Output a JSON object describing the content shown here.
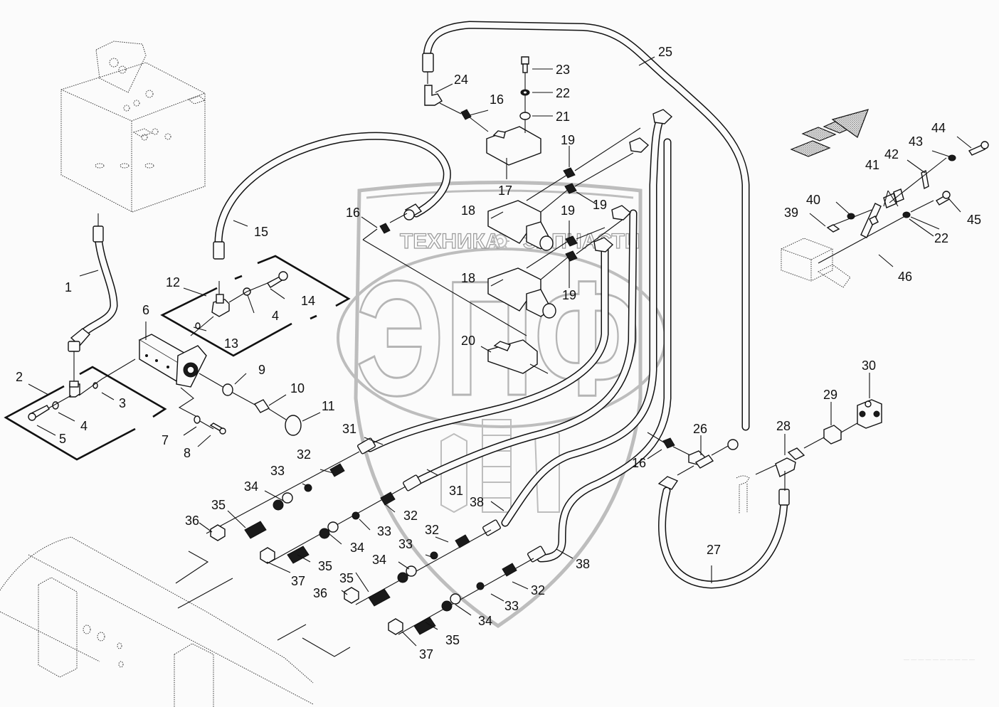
{
  "diagram": {
    "type": "exploded-parts-diagram",
    "subject": "Hydraulic hose and valve assembly",
    "watermark": {
      "logo_letters": "ЭПФ",
      "left_word": "ТЕХНИКА",
      "right_word": "ЗАПЧАСТИ",
      "gear_icon": "gear-icon"
    },
    "direction_indicator": "forward-arrow-icon",
    "footer_code": "— — — — — — — — — —",
    "callouts": [
      {
        "id": "c1",
        "label": "1"
      },
      {
        "id": "c2",
        "label": "2"
      },
      {
        "id": "c3",
        "label": "3"
      },
      {
        "id": "c4a",
        "label": "4"
      },
      {
        "id": "c4b",
        "label": "4"
      },
      {
        "id": "c5",
        "label": "5"
      },
      {
        "id": "c6",
        "label": "6"
      },
      {
        "id": "c7",
        "label": "7"
      },
      {
        "id": "c8",
        "label": "8"
      },
      {
        "id": "c9",
        "label": "9"
      },
      {
        "id": "c10",
        "label": "10"
      },
      {
        "id": "c11",
        "label": "11"
      },
      {
        "id": "c12",
        "label": "12"
      },
      {
        "id": "c13",
        "label": "13"
      },
      {
        "id": "c14",
        "label": "14"
      },
      {
        "id": "c15",
        "label": "15"
      },
      {
        "id": "c16a",
        "label": "16"
      },
      {
        "id": "c16b",
        "label": "16"
      },
      {
        "id": "c16c",
        "label": "16"
      },
      {
        "id": "c17",
        "label": "17"
      },
      {
        "id": "c18a",
        "label": "18"
      },
      {
        "id": "c18b",
        "label": "18"
      },
      {
        "id": "c19a",
        "label": "19"
      },
      {
        "id": "c19b",
        "label": "19"
      },
      {
        "id": "c19c",
        "label": "19"
      },
      {
        "id": "c19d",
        "label": "19"
      },
      {
        "id": "c20",
        "label": "20"
      },
      {
        "id": "c21",
        "label": "21"
      },
      {
        "id": "c22a",
        "label": "22"
      },
      {
        "id": "c22b",
        "label": "22"
      },
      {
        "id": "c23",
        "label": "23"
      },
      {
        "id": "c24",
        "label": "24"
      },
      {
        "id": "c25",
        "label": "25"
      },
      {
        "id": "c26",
        "label": "26"
      },
      {
        "id": "c27",
        "label": "27"
      },
      {
        "id": "c28",
        "label": "28"
      },
      {
        "id": "c29",
        "label": "29"
      },
      {
        "id": "c30",
        "label": "30"
      },
      {
        "id": "c31a",
        "label": "31"
      },
      {
        "id": "c31b",
        "label": "31"
      },
      {
        "id": "c32a",
        "label": "32"
      },
      {
        "id": "c32b",
        "label": "32"
      },
      {
        "id": "c32c",
        "label": "32"
      },
      {
        "id": "c32d",
        "label": "32"
      },
      {
        "id": "c33a",
        "label": "33"
      },
      {
        "id": "c33b",
        "label": "33"
      },
      {
        "id": "c33c",
        "label": "33"
      },
      {
        "id": "c33d",
        "label": "33"
      },
      {
        "id": "c34a",
        "label": "34"
      },
      {
        "id": "c34b",
        "label": "34"
      },
      {
        "id": "c34c",
        "label": "34"
      },
      {
        "id": "c34d",
        "label": "34"
      },
      {
        "id": "c35a",
        "label": "35"
      },
      {
        "id": "c35b",
        "label": "35"
      },
      {
        "id": "c35c",
        "label": "35"
      },
      {
        "id": "c35d",
        "label": "35"
      },
      {
        "id": "c36a",
        "label": "36"
      },
      {
        "id": "c36b",
        "label": "36"
      },
      {
        "id": "c37a",
        "label": "37"
      },
      {
        "id": "c37b",
        "label": "37"
      },
      {
        "id": "c38a",
        "label": "38"
      },
      {
        "id": "c38b",
        "label": "38"
      },
      {
        "id": "c39",
        "label": "39"
      },
      {
        "id": "c40",
        "label": "40"
      },
      {
        "id": "c41",
        "label": "41"
      },
      {
        "id": "c42",
        "label": "42"
      },
      {
        "id": "c43",
        "label": "43"
      },
      {
        "id": "c44",
        "label": "44"
      },
      {
        "id": "c45",
        "label": "45"
      },
      {
        "id": "c46",
        "label": "46"
      }
    ]
  }
}
